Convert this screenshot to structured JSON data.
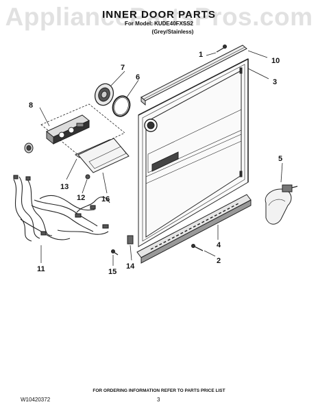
{
  "watermark": "AppliancePartsPros.com",
  "header": {
    "title": "INNER DOOR PARTS",
    "model_line": "For Model: KUDE40FXSS2",
    "variant": "(Grey/Stainless)"
  },
  "callouts": [
    "1",
    "2",
    "3",
    "4",
    "5",
    "6",
    "7",
    "8",
    "10",
    "11",
    "12",
    "13",
    "14",
    "15",
    "16"
  ],
  "footer": {
    "ordering_note": "FOR ORDERING INFORMATION REFER TO PARTS PRICE LIST",
    "doc_number": "W10420372",
    "page_number": "3"
  }
}
